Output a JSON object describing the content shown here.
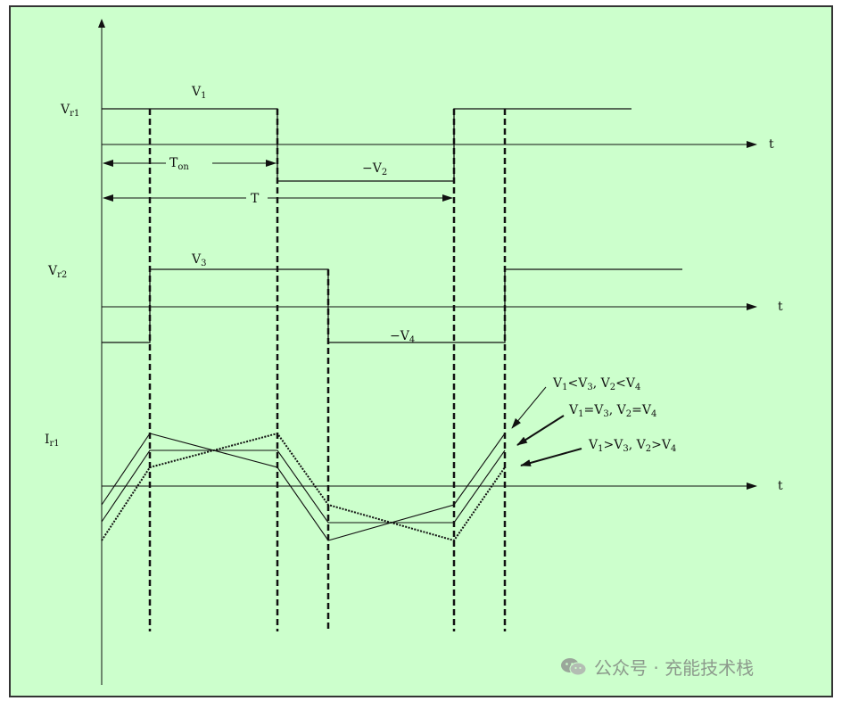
{
  "labels": {
    "vr1": {
      "main": "V",
      "sub": "r1"
    },
    "vr2": {
      "main": "V",
      "sub": "r2"
    },
    "ir1": {
      "main": "I",
      "sub": "r1"
    },
    "v1": {
      "main": "V",
      "sub": "1"
    },
    "v3": {
      "main": "V",
      "sub": "3"
    },
    "neg_v2": {
      "main": "−V",
      "sub": "2"
    },
    "neg_v4": {
      "main": "−V",
      "sub": "4"
    },
    "ton": {
      "main": "T",
      "sub": "on"
    },
    "t_period": "T",
    "t_axis_1": "t",
    "t_axis_2": "t",
    "t_axis_3": "t"
  },
  "annotations": {
    "less": {
      "a": "V",
      "a_sub": "1",
      "op1": "<V",
      "b_sub": "3",
      "sep": ", V",
      "c_sub": "2",
      "op2": "<V",
      "d_sub": "4"
    },
    "equal": {
      "a": "V",
      "a_sub": "1",
      "op1": "=V",
      "b_sub": "3",
      "sep": ", V",
      "c_sub": "2",
      "op2": "=V",
      "d_sub": "4"
    },
    "greater": {
      "a": "V",
      "a_sub": "1",
      "op1": ">V",
      "b_sub": "3",
      "sep": ", V",
      "c_sub": "2",
      "op2": ">V",
      "d_sub": "4"
    }
  },
  "watermark": {
    "text": "公众号 · 充能技术栈",
    "icon": "wechat-icon",
    "color": "#8c9a8c"
  },
  "colors": {
    "background": "#ccffcc",
    "line": "#111111"
  }
}
